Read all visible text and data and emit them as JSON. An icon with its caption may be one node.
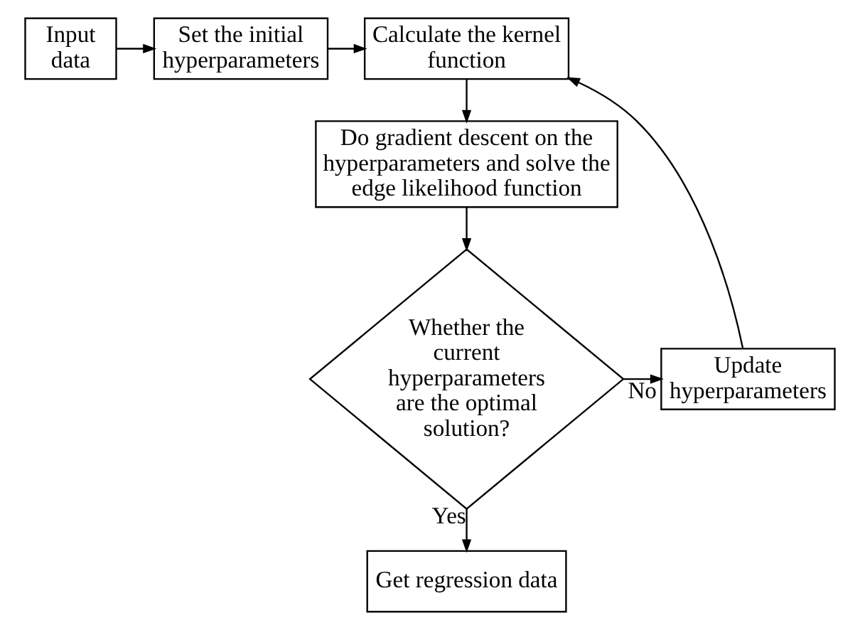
{
  "diagram": {
    "nodes": [
      {
        "text": [
          "Input data"
        ]
      },
      {
        "text": [
          "Set the initial hyperparameters"
        ]
      },
      {
        "text": [
          "Calculate the kernel function"
        ]
      },
      {
        "text": [
          "Do gradient descent on the hyperparameters and solve the edge likelihood function"
        ]
      },
      {
        "text": [
          "Whether the current hyperparameters are the optimal solution?"
        ]
      },
      {
        "text": [
          "Update hyperparameters"
        ]
      },
      {
        "text": [
          "Get regression data"
        ]
      }
    ],
    "edges": [
      {
        "from": 0,
        "to": 1,
        "arrow": "to"
      },
      {
        "from": 1,
        "to": 2,
        "arrow": "to"
      },
      {
        "from": 2,
        "to": 3,
        "arrow": "to"
      },
      {
        "from": 3,
        "to": 4,
        "arrow": "to"
      },
      {
        "from": 4,
        "to": 5,
        "arrow": "to",
        "label": "No"
      },
      {
        "from": 5,
        "to": 2,
        "arrow": "to"
      },
      {
        "from": 4,
        "to": 6,
        "arrow": "to",
        "label": "Yes"
      }
    ]
  }
}
